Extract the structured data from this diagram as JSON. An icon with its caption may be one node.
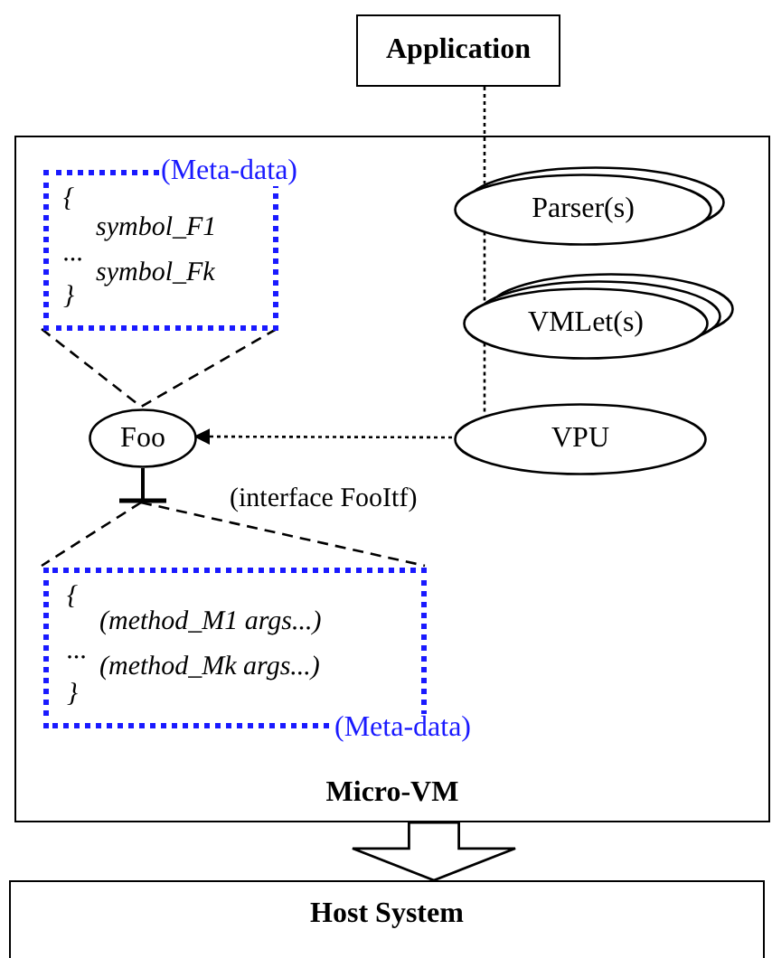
{
  "diagram": {
    "nodes": [
      {
        "text": [
          "Application"
        ]
      },
      {
        "text": [
          "Micro-VM"
        ]
      },
      {
        "text": [
          "(Meta-data)",
          "{",
          "symbol_F1",
          "...",
          "symbol_Fk",
          "}"
        ],
        "in": 1
      },
      {
        "text": [
          "Parser(s)"
        ],
        "in": 1
      },
      {
        "text": [
          "VMLet(s)"
        ],
        "in": 1
      },
      {
        "text": [
          "VPU"
        ],
        "in": 1
      },
      {
        "text": [
          "Foo"
        ],
        "beside": [
          "(interface FooItf)"
        ],
        "in": 1
      },
      {
        "text": [
          "{",
          "(method_M1 args...)",
          "...",
          "(method_Mk args...)",
          "}",
          "(Meta-data)"
        ],
        "in": 1
      },
      {
        "text": [
          "Host System"
        ]
      }
    ],
    "edges": [
      {
        "from": 0,
        "to": 3,
        "arrow": "none",
        "style": "dashed"
      },
      {
        "from": 3,
        "to": 4,
        "arrow": "none",
        "style": "dashed"
      },
      {
        "from": 4,
        "to": 5,
        "arrow": "none",
        "style": "dashed"
      },
      {
        "from": 5,
        "to": 6,
        "arrow": "to",
        "style": "dashed"
      },
      {
        "from": 2,
        "to": 6,
        "arrow": "none",
        "style": "dashed"
      },
      {
        "from": 2,
        "to": 6,
        "arrow": "none",
        "style": "dashed"
      },
      {
        "from": 6,
        "to": 7,
        "arrow": "none",
        "style": "dashed"
      },
      {
        "from": 6,
        "to": 7,
        "arrow": "none",
        "style": "dashed"
      },
      {
        "from": 1,
        "to": 8,
        "arrow": "to",
        "style": "thick"
      }
    ]
  }
}
